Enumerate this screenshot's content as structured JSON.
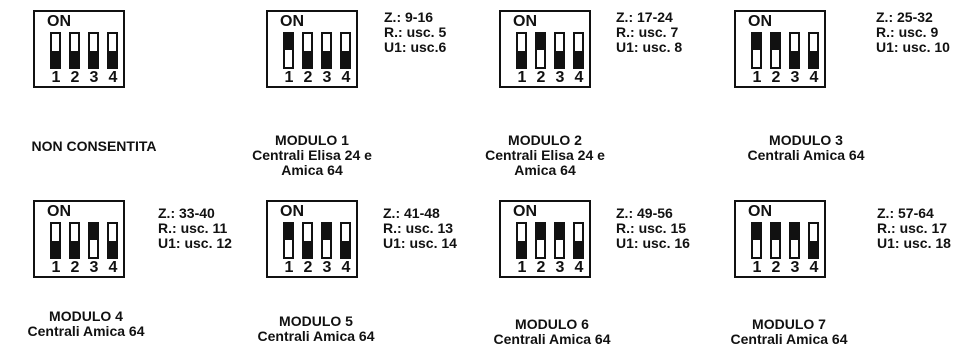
{
  "on_label": "ON",
  "switch_numbers": [
    "1",
    "2",
    "3",
    "4"
  ],
  "blocks": [
    {
      "id": "non-consentita",
      "switches": [
        "down",
        "down",
        "down",
        "down"
      ],
      "info": [],
      "caption": [
        "NON CONSENTITA"
      ]
    },
    {
      "id": "modulo-1",
      "switches": [
        "up",
        "down",
        "down",
        "down"
      ],
      "info": [
        [
          "Z.:",
          "9-16"
        ],
        [
          "R.:",
          "usc. 5"
        ],
        [
          "U1:",
          "usc.6"
        ]
      ],
      "caption": [
        "MODULO 1",
        "Centrali Elisa 24 e",
        "Amica 64"
      ]
    },
    {
      "id": "modulo-2",
      "switches": [
        "down",
        "up",
        "down",
        "down"
      ],
      "info": [
        [
          "Z.:",
          "17-24"
        ],
        [
          "R.:",
          "usc. 7"
        ],
        [
          "U1:",
          "usc. 8"
        ]
      ],
      "caption": [
        "MODULO 2",
        "Centrali Elisa 24 e",
        "Amica 64"
      ]
    },
    {
      "id": "modulo-3",
      "switches": [
        "up",
        "up",
        "down",
        "down"
      ],
      "info": [
        [
          "Z.:",
          "25-32"
        ],
        [
          "R.:",
          "usc. 9"
        ],
        [
          "U1:",
          "usc. 10"
        ]
      ],
      "caption": [
        "MODULO 3",
        "Centrali Amica 64"
      ]
    },
    {
      "id": "modulo-4",
      "switches": [
        "down",
        "down",
        "up",
        "down"
      ],
      "info": [
        [
          "Z.:",
          "33-40"
        ],
        [
          "R.:",
          "usc. 11"
        ],
        [
          "U1:",
          "usc. 12"
        ]
      ],
      "caption": [
        "MODULO 4",
        "Centrali Amica 64"
      ]
    },
    {
      "id": "modulo-5",
      "switches": [
        "up",
        "down",
        "up",
        "down"
      ],
      "info": [
        [
          "Z.:",
          "41-48"
        ],
        [
          "R.:",
          "usc. 13"
        ],
        [
          "U1:",
          "usc. 14"
        ]
      ],
      "caption": [
        "MODULO 5",
        "Centrali Amica 64"
      ]
    },
    {
      "id": "modulo-6",
      "switches": [
        "down",
        "up",
        "up",
        "down"
      ],
      "info": [
        [
          "Z.:",
          "49-56"
        ],
        [
          "R.:",
          "usc. 15"
        ],
        [
          "U1:",
          "usc. 16"
        ]
      ],
      "caption": [
        "MODULO 6",
        "Centrali Amica 64"
      ]
    },
    {
      "id": "modulo-7",
      "switches": [
        "up",
        "up",
        "up",
        "down"
      ],
      "info": [
        [
          "Z.:",
          "57-64"
        ],
        [
          "R.:",
          "usc. 17"
        ],
        [
          "U1:",
          "usc. 18"
        ]
      ],
      "caption": [
        "MODULO 7",
        "Centrali Amica 64"
      ]
    }
  ]
}
